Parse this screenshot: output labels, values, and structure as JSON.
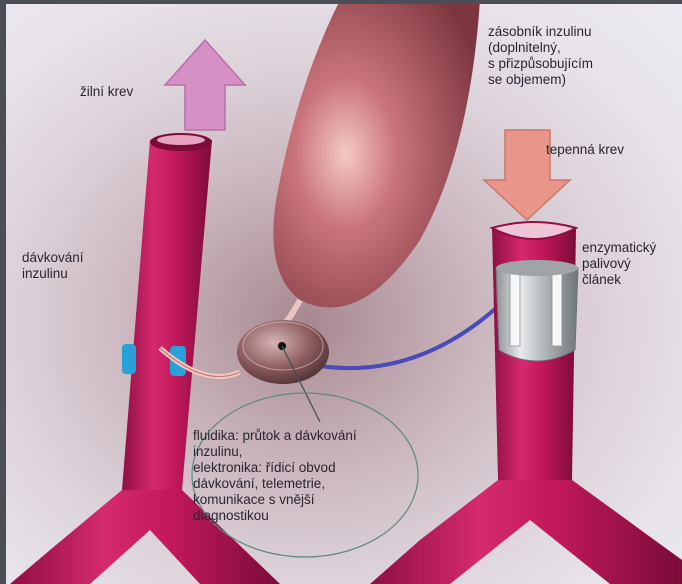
{
  "labels": {
    "insulin_reservoir": "zásobník inzulinu\n(doplnitelný,\ns přizpůsobujícím\nse objemem)",
    "venous_blood": "žilní krev",
    "arterial_blood": "tepenná krev",
    "insulin_dosing": "dávkování\ninzulinu",
    "fuel_cell": "enzymatický\npalivový\nčlánek",
    "device_description": "fluidika: průtok a dávkování\ninzulinu,\nelektronika: řídicí obvod\ndávkování, telemetrie,\nkomunikace s vnější\ndiagnostikou"
  },
  "colors": {
    "vessel": "#c2185b",
    "reservoir": "#b05a60",
    "arrow_vein": "#d790c4",
    "arrow_artery": "#e9958a",
    "wire": "#4a4ab8"
  },
  "icons": [
    "arrow-up-icon",
    "arrow-down-icon"
  ]
}
